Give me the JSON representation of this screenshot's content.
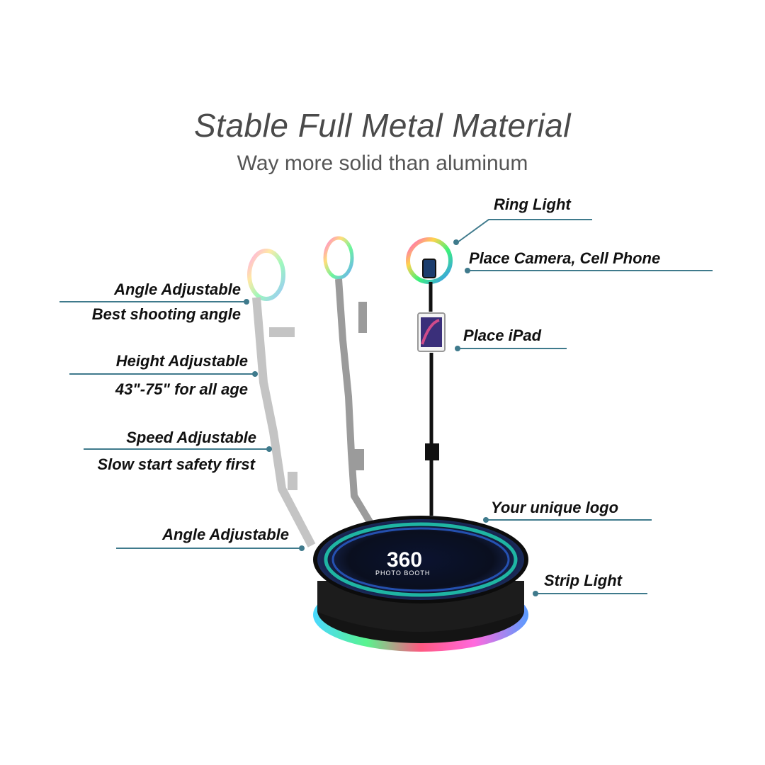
{
  "header": {
    "title": "Stable Full Metal Material",
    "subtitle": "Way more solid than aluminum"
  },
  "callouts": {
    "ring_light": "Ring Light",
    "place_camera": "Place Camera, Cell Phone",
    "place_ipad": "Place iPad",
    "your_logo": "Your unique logo",
    "strip_light": "Strip Light",
    "angle_adjustable_top": "Angle Adjustable",
    "best_angle": "Best shooting angle",
    "height_adjustable": "Height Adjustable",
    "height_range": "43\"-75\" for all age",
    "speed_adjustable": "Speed Adjustable",
    "slow_start": "Slow start safety first",
    "angle_adjustable_bottom": "Angle Adjustable"
  },
  "platform_logo": {
    "number": "360",
    "caption": "PHOTO BOOTH"
  },
  "colors": {
    "leader": "#3f7a8c",
    "pole": "#111111",
    "ghost_pole": "#9a9a9a",
    "teal": "#1fb5a3",
    "blue": "#2a5fcf"
  }
}
